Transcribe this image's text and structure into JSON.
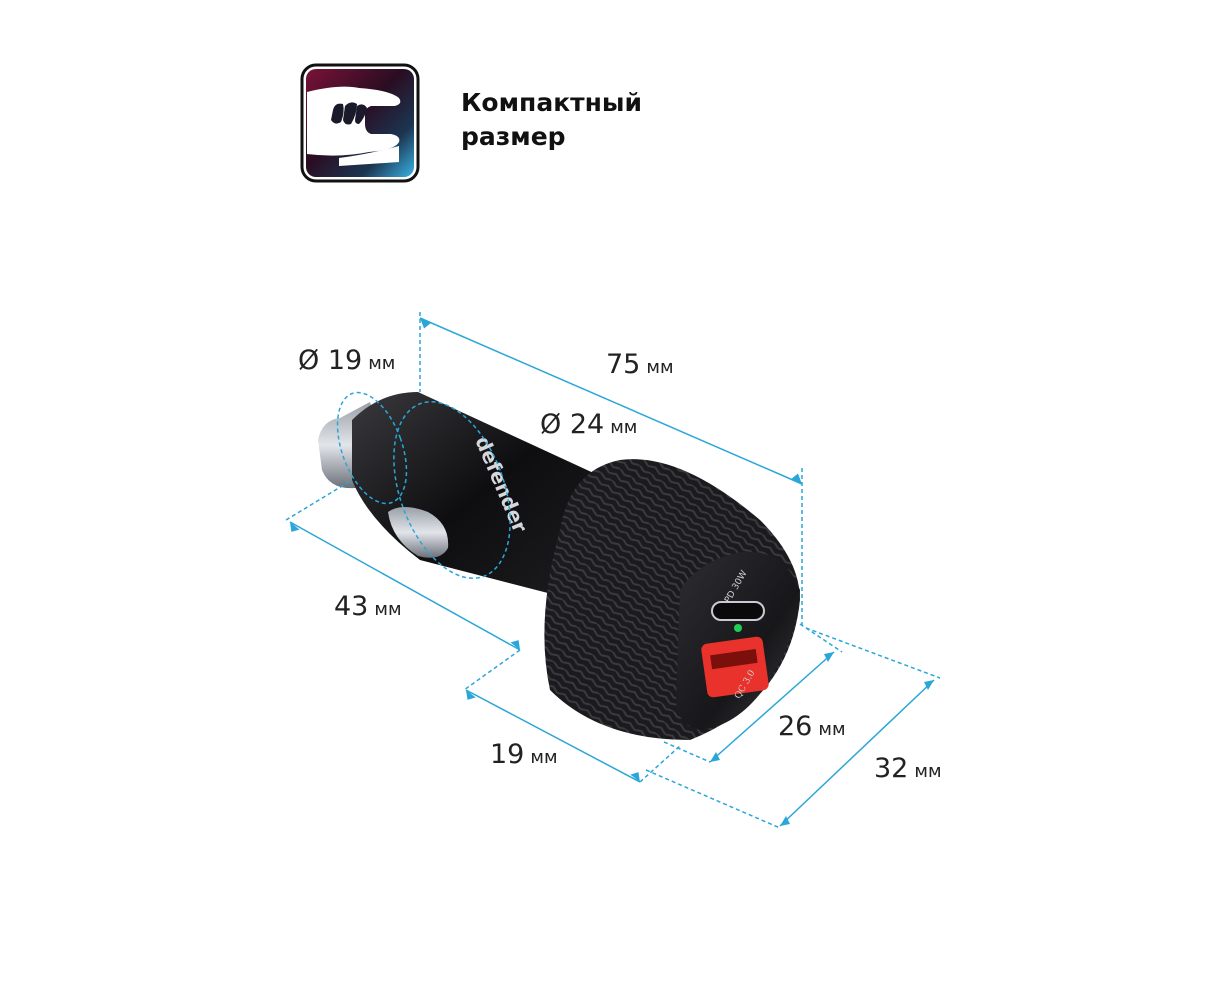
{
  "feature": {
    "icon": "compact-size-hand-icon",
    "title_line1": "Компактный",
    "title_line2": "размер"
  },
  "product": {
    "brand": "defender",
    "port_usb_c_label": "PD 30W",
    "port_usb_a_label": "QC 3.0"
  },
  "dimensions": {
    "plug_diameter": {
      "value": "Ø 19",
      "unit": "мм"
    },
    "length": {
      "value": "75",
      "unit": "мм"
    },
    "body_diameter": {
      "value": "Ø 24",
      "unit": "мм"
    },
    "plug_length": {
      "value": "43",
      "unit": "мм"
    },
    "head_depth": {
      "value": "19",
      "unit": "мм"
    },
    "head_width": {
      "value": "26",
      "unit": "мм"
    },
    "head_height": {
      "value": "32",
      "unit": "мм"
    }
  },
  "colors": {
    "dimension_line": "#2aa6d8",
    "icon_gradient_start": "#7a1238",
    "icon_gradient_end": "#39b3e6",
    "usb_a_accent": "#e8322b",
    "led": "#22cc55"
  }
}
